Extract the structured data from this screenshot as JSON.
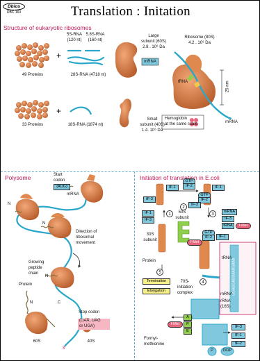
{
  "header": {
    "logo": "Dbios",
    "code": "DBC 163",
    "title": "Translation : Initation"
  },
  "ribosomes": {
    "section_title": "Structure of eukaryotic ribosomes",
    "rna_5s": "5S-RNA",
    "rna_5s_size": "(120 nt)",
    "rna_58s": "5.8S-RNA",
    "rna_58s_size": "(160 nt)",
    "proteins_large": "49 Proteins",
    "rna_28s": "28S-RNA (4718 nt)",
    "large_subunit": "Large",
    "large_subunit_line2": "subunit (60S)",
    "large_subunit_mass": "2.8 . 10⁶ Da",
    "mrna_box": "mRNA",
    "ribosome_label": "Ribosome (80S)",
    "ribosome_mass": "4.2 . 10⁶ Da",
    "trna": "tRNA",
    "size_25nm": "25 nm",
    "proteins_small": "33 Proteins",
    "rna_18s": "18S-RNA (1874 nt)",
    "small_subunit": "Small",
    "small_subunit_line2": "subunit (40S)",
    "small_subunit_mass": "1.4. 10⁶ Da",
    "hemoglobin": "Hemoglobin",
    "hemoglobin_line2": "at the same scale",
    "mrna_label": "mRNA"
  },
  "polysome": {
    "section_title": "Polysome",
    "start_codon": "Start",
    "start_codon_line2": "codon",
    "aug": "(AUG)",
    "mrna": "mRNA",
    "n_label_1": "N",
    "n_label_2": "N",
    "n_label_3": "N",
    "direction": "Direction of",
    "direction_line2": "ribosomal",
    "direction_line3": "movement",
    "growing": "Growing",
    "growing_line2": "peptide",
    "growing_line3": "chain",
    "protein": "Protein",
    "n_end": "N",
    "c_end": "C",
    "stop_codon": "Stop codon",
    "stop_codons_line1": "(UAA, UAG",
    "stop_codons_line2": "or UGA)",
    "s60": "60S",
    "s40": "40S",
    "three_prime": "3'"
  },
  "initiation": {
    "section_title": "Initiation of translation in E.coli",
    "gtp": "GTP",
    "if1": "IF-1",
    "if2": "IF-2",
    "if3": "IF-3",
    "step1": "1",
    "step2": "2",
    "step3": "3",
    "step4": "4",
    "step5": "5",
    "s50": "50S",
    "s50_line2": "subunit",
    "s30": "30S",
    "s30_line2": "subunit",
    "mrna": "mRNA",
    "trna": "tRNA",
    "fmet": "f-Met",
    "protein": "Protein",
    "termination": "Termination",
    "elongation": "Elongation",
    "complex_70s": "70S-",
    "complex_70s_line2": "initiation",
    "complex_70s_line3": "complex",
    "trna_label": "tRNA",
    "mrna_label": "mRNA",
    "rrna_label": "rRNA",
    "rrna_16s": "(16S)",
    "shine_dalgarno": "GGAGGAGUAAUGAAA",
    "p_label": "P",
    "gdp": "GDP",
    "formyl": "Formyl-",
    "formyl_line2": "methionine",
    "site_a": "A",
    "site_p": "P",
    "site_e": "E"
  },
  "colors": {
    "ribosome": "#d9804a",
    "rna": "#2aa7c9",
    "trna": "#8fcf4a",
    "pink_title": "#c2185b",
    "stop_highlight": "#f6b7c3"
  }
}
